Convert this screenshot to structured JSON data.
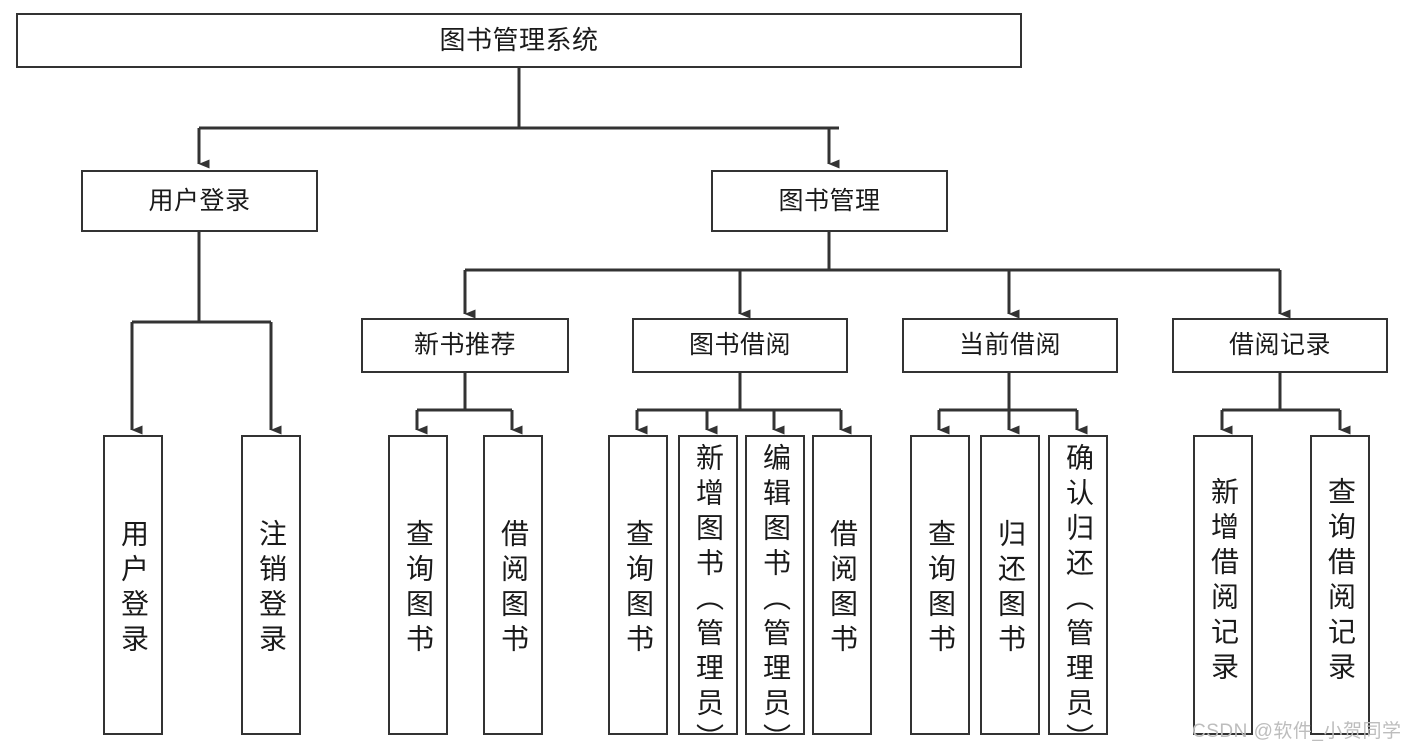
{
  "diagram": {
    "title": "图书管理系统",
    "type": "hierarchy-tree",
    "levels": 4,
    "root": {
      "id": "root",
      "label": "图书管理系统"
    },
    "level2": [
      {
        "id": "user-login",
        "label": "用户登录"
      },
      {
        "id": "book-management",
        "label": "图书管理"
      }
    ],
    "level3": [
      {
        "id": "new-book-recommend",
        "label": "新书推荐",
        "parent": "book-management"
      },
      {
        "id": "book-borrow",
        "label": "图书借阅",
        "parent": "book-management"
      },
      {
        "id": "current-borrow",
        "label": "当前借阅",
        "parent": "book-management"
      },
      {
        "id": "borrow-record",
        "label": "借阅记录",
        "parent": "book-management"
      }
    ],
    "leaves": [
      {
        "id": "leaf-user-login",
        "label": "用户登录",
        "parent": "user-login"
      },
      {
        "id": "leaf-logout",
        "label": "注销登录",
        "parent": "user-login"
      },
      {
        "id": "leaf-query-book-1",
        "label": "查询图书",
        "parent": "new-book-recommend"
      },
      {
        "id": "leaf-borrow-book-1",
        "label": "借阅图书",
        "parent": "new-book-recommend"
      },
      {
        "id": "leaf-query-book-2",
        "label": "查询图书",
        "parent": "book-borrow"
      },
      {
        "id": "leaf-add-book",
        "label": "新增图书（管理员）",
        "parent": "book-borrow"
      },
      {
        "id": "leaf-edit-book",
        "label": "编辑图书（管理员）",
        "parent": "book-borrow"
      },
      {
        "id": "leaf-borrow-book-2",
        "label": "借阅图书",
        "parent": "book-borrow"
      },
      {
        "id": "leaf-query-book-3",
        "label": "查询图书",
        "parent": "current-borrow"
      },
      {
        "id": "leaf-return-book",
        "label": "归还图书",
        "parent": "current-borrow"
      },
      {
        "id": "leaf-confirm-return",
        "label": "确认归还（管理员）",
        "parent": "current-borrow"
      },
      {
        "id": "leaf-add-record",
        "label": "新增借阅记录",
        "parent": "borrow-record"
      },
      {
        "id": "leaf-query-record",
        "label": "查询借阅记录",
        "parent": "borrow-record"
      }
    ]
  },
  "watermark": {
    "text": "CSDN @软件_小贺同学"
  },
  "colors": {
    "stroke": "#333333",
    "background": "#ffffff",
    "text": "#1a1a1a",
    "watermark": "#bdbdbd"
  }
}
